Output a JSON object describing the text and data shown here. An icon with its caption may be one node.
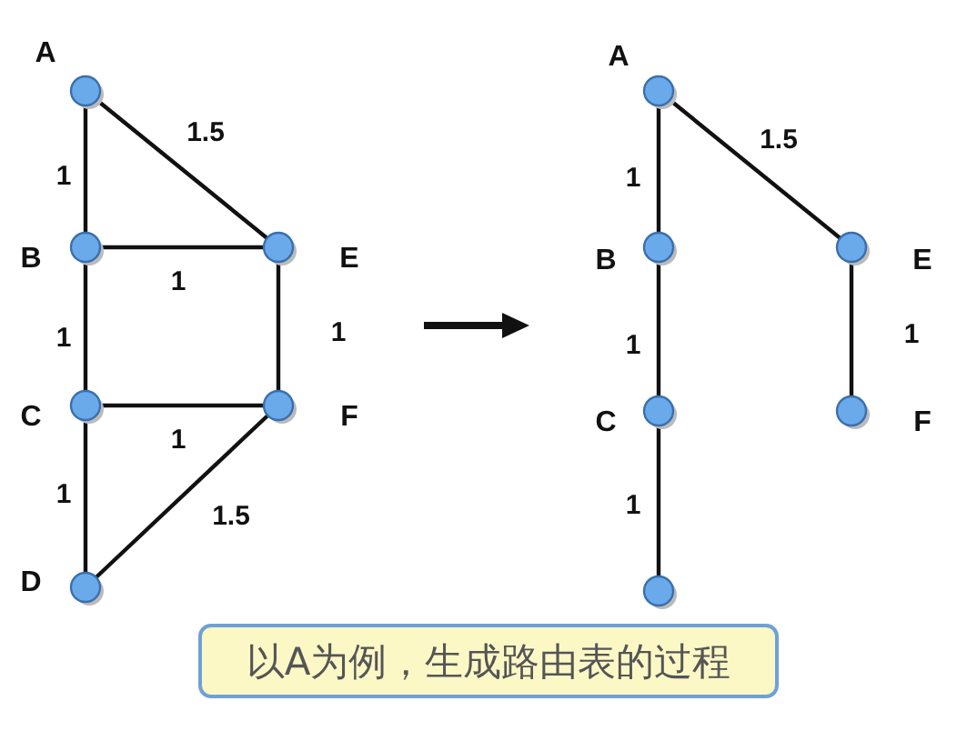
{
  "diagram": {
    "nodes": [
      {
        "text": [],
        "shape": "circle",
        "beside": [
          "A"
        ]
      },
      {
        "text": [],
        "shape": "circle",
        "beside": [
          "B"
        ]
      },
      {
        "text": [],
        "shape": "circle",
        "beside": [
          "C"
        ]
      },
      {
        "text": [],
        "shape": "circle",
        "beside": [
          "D"
        ]
      },
      {
        "text": [],
        "shape": "circle",
        "beside": [
          "E"
        ]
      },
      {
        "text": [],
        "shape": "circle",
        "beside": [
          "F"
        ]
      },
      {
        "text": [],
        "shape": "circle",
        "beside": [
          "A"
        ]
      },
      {
        "text": [],
        "shape": "circle",
        "beside": [
          "B"
        ]
      },
      {
        "text": [],
        "shape": "circle",
        "beside": [
          "C"
        ]
      },
      {
        "text": [],
        "shape": "circle"
      },
      {
        "text": [],
        "shape": "circle",
        "beside": [
          "E"
        ]
      },
      {
        "text": [],
        "shape": "circle",
        "beside": [
          "F"
        ]
      },
      {
        "text": [
          "以A为例，生成路由表的过程"
        ]
      }
    ],
    "edges": [
      {
        "from": 0,
        "to": 1,
        "arrow": "none",
        "label": "1"
      },
      {
        "from": 0,
        "to": 4,
        "arrow": "none",
        "label": "1.5"
      },
      {
        "from": 1,
        "to": 4,
        "arrow": "none",
        "label": "1"
      },
      {
        "from": 1,
        "to": 2,
        "arrow": "none",
        "label": "1"
      },
      {
        "from": 4,
        "to": 5,
        "arrow": "none",
        "label": "1"
      },
      {
        "from": 2,
        "to": 5,
        "arrow": "none",
        "label": "1"
      },
      {
        "from": 2,
        "to": 3,
        "arrow": "none",
        "label": "1"
      },
      {
        "from": 3,
        "to": 5,
        "arrow": "none",
        "label": "1.5"
      },
      {
        "from": 6,
        "to": 7,
        "arrow": "none",
        "label": "1"
      },
      {
        "from": 6,
        "to": 10,
        "arrow": "none",
        "label": "1.5"
      },
      {
        "from": 7,
        "to": 8,
        "arrow": "none",
        "label": "1"
      },
      {
        "from": 10,
        "to": 11,
        "arrow": "none",
        "label": "1"
      },
      {
        "from": 8,
        "to": 9,
        "arrow": "none",
        "label": "1"
      }
    ]
  }
}
